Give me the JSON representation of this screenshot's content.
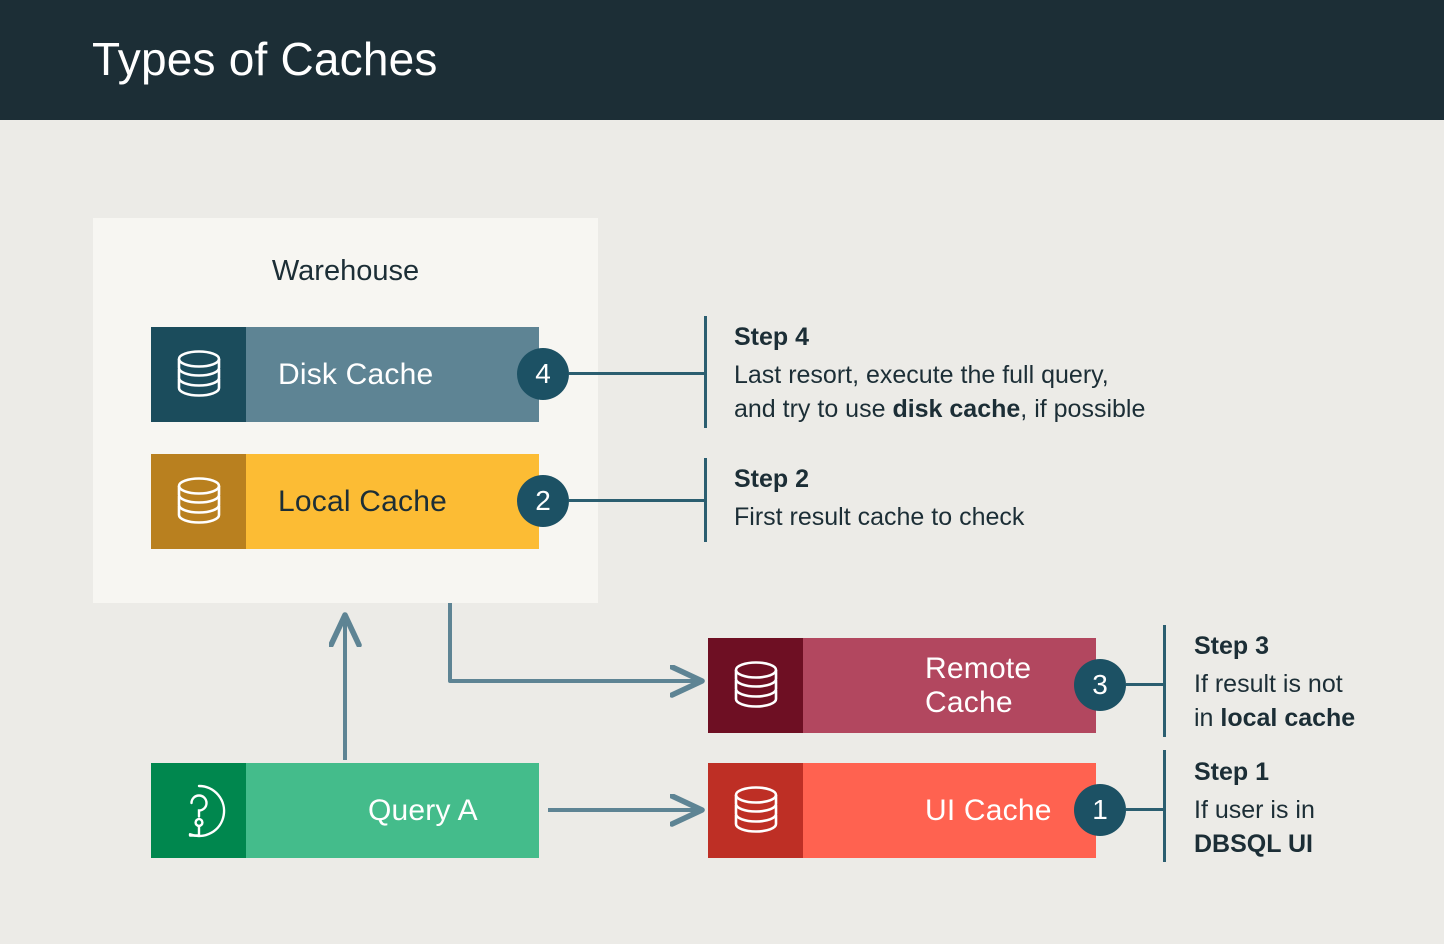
{
  "header": {
    "title": "Types of Caches",
    "background": "#1C2E36",
    "text_color": "#FFFFFF"
  },
  "page": {
    "background": "#ECEBE7",
    "accent": "#1C5164"
  },
  "warehouse": {
    "label": "Warehouse",
    "background": "#F7F6F2"
  },
  "nodes": [
    {
      "id": "disk-cache",
      "label": "Disk Cache",
      "icon": "database-icon",
      "badge": "4",
      "icon_color": "#1B4C5C",
      "body_color": "#5E8494",
      "text_color": "#FFFFFF"
    },
    {
      "id": "local-cache",
      "label": "Local Cache",
      "icon": "database-icon",
      "badge": "2",
      "icon_color": "#B9801F",
      "body_color": "#FCBC34",
      "text_color": "#1C2E36"
    },
    {
      "id": "remote-cache",
      "label": "Remote Cache",
      "icon": "database-icon",
      "badge": "3",
      "icon_color": "#6E0F23",
      "body_color": "#B2475F",
      "text_color": "#FFFFFF"
    },
    {
      "id": "ui-cache",
      "label": "UI Cache",
      "icon": "database-icon",
      "badge": "1",
      "icon_color": "#BE2F25",
      "body_color": "#FF6250",
      "text_color": "#FFFFFF"
    },
    {
      "id": "query-a",
      "label": "Query A",
      "icon": "question-mark-icon",
      "badge": "",
      "icon_color": "#00874E",
      "body_color": "#44BC8B",
      "text_color": "#FFFFFF"
    }
  ],
  "steps": [
    {
      "id": "step-4",
      "heading": "Step 4",
      "line1_plain": "Last resort, execute the full query,",
      "line2_prefix": "and try to use ",
      "line2_bold": "disk cache",
      "line2_suffix": ", if possible"
    },
    {
      "id": "step-2",
      "heading": "Step 2",
      "line1_plain": "First result cache to check",
      "line2_prefix": "",
      "line2_bold": "",
      "line2_suffix": ""
    },
    {
      "id": "step-3",
      "heading": "Step 3",
      "line1_plain": "If result is not",
      "line2_prefix": "in ",
      "line2_bold": "local cache",
      "line2_suffix": ""
    },
    {
      "id": "step-1",
      "heading": "Step 1",
      "line1_plain": "If user is in",
      "line2_prefix": "",
      "line2_bold": "DBSQL UI",
      "line2_suffix": ""
    }
  ],
  "badges": {
    "disk": "4",
    "local": "2",
    "remote": "3",
    "ui": "1"
  },
  "arrows": {
    "color": "#5E8494",
    "flows": [
      "query-a-up-to-warehouse",
      "local-cache-down-right-to-remote-cache",
      "query-a-right-to-ui-cache"
    ]
  }
}
